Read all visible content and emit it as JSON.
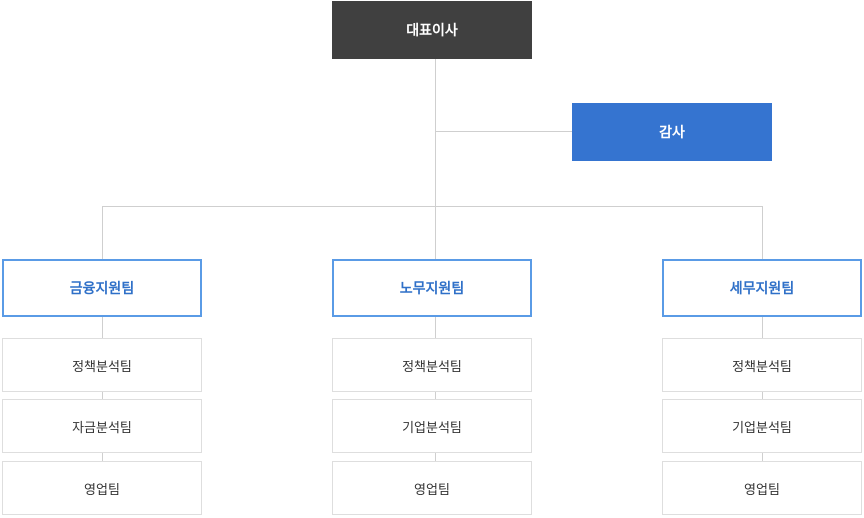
{
  "ceo": {
    "label": "대표이사"
  },
  "audit": {
    "label": "감사"
  },
  "teams": [
    {
      "label": "금융지원팀",
      "subs": [
        "정책분석팀",
        "자금분석팀",
        "영업팀"
      ]
    },
    {
      "label": "노무지원팀",
      "subs": [
        "정책분석팀",
        "기업분석팀",
        "영업팀"
      ]
    },
    {
      "label": "세무지원팀",
      "subs": [
        "정책분석팀",
        "기업분석팀",
        "영업팀"
      ]
    }
  ],
  "colors": {
    "ceo_bg": "#404040",
    "audit_bg": "#3574d0",
    "team_border": "#5a9be6",
    "team_text": "#2f70c8",
    "connector": "#cfcfcf"
  }
}
